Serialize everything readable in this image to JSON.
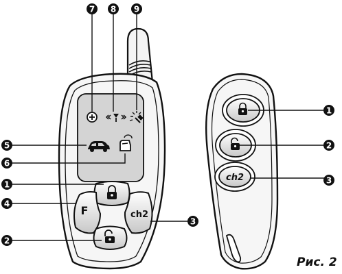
{
  "caption": "Рис. 2",
  "callout_numbers": {
    "n1": "1",
    "n2": "2",
    "n3": "3",
    "n4": "4",
    "n5": "5",
    "n6": "6",
    "n7": "7",
    "n8": "8",
    "n9": "9"
  },
  "main_remote": {
    "button_f": "F",
    "button_ch2": "ch2",
    "display_icons": [
      "plus-circle-icon",
      "antenna-signal-icon",
      "alarm-hammer-icon",
      "car-icon",
      "car-door-icon"
    ]
  },
  "small_remote": {
    "button_ch2": "ch2"
  },
  "colors": {
    "ink": "#111111",
    "lcd": "#d4d4d4",
    "case": "#f6f6f6"
  }
}
